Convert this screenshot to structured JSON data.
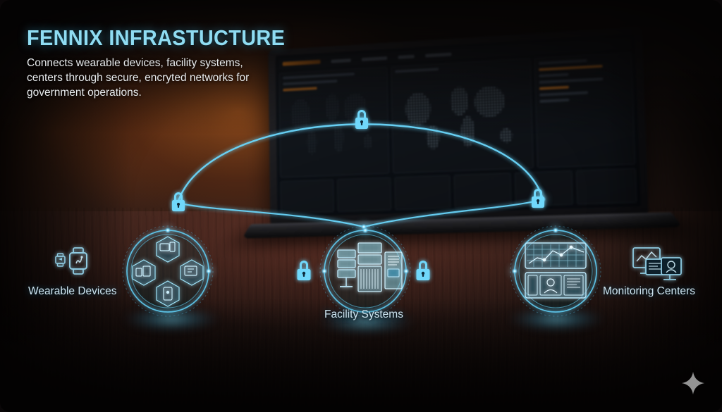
{
  "header": {
    "title": "FENNIX INFRASTUCTURE",
    "subtitle": "Connects wearable devices, facility systems, centers through secure, encryted networks for government operations."
  },
  "nodes": [
    {
      "id": "wearable-devices",
      "label": "Wearable Devices",
      "icon": "smartwatch-icon"
    },
    {
      "id": "facility-systems",
      "label": "Facility Systems",
      "icon": "server-rack-icon"
    },
    {
      "id": "monitoring-centers",
      "label": "Monitoring Centers",
      "icon": "monitor-dashboard-icon"
    }
  ],
  "security_markers": [
    {
      "id": "lock-arc-apex",
      "icon": "padlock-icon"
    },
    {
      "id": "lock-arc-left",
      "icon": "padlock-icon"
    },
    {
      "id": "lock-arc-right",
      "icon": "padlock-icon"
    },
    {
      "id": "lock-link-left",
      "icon": "padlock-icon"
    },
    {
      "id": "lock-link-right",
      "icon": "padlock-icon"
    }
  ],
  "badge": {
    "icon": "sparkle-icon"
  },
  "colors": {
    "accent_cyan": "#5fd2f5",
    "title_cyan": "#8fdcf2",
    "label_text": "#cfe6f2",
    "body_text": "#e7eaec",
    "background_dark": "#120c0b",
    "background_warm": "#2e1c17",
    "screen_orange": "#e2801e",
    "badge_grey": "#b0b0b0"
  }
}
